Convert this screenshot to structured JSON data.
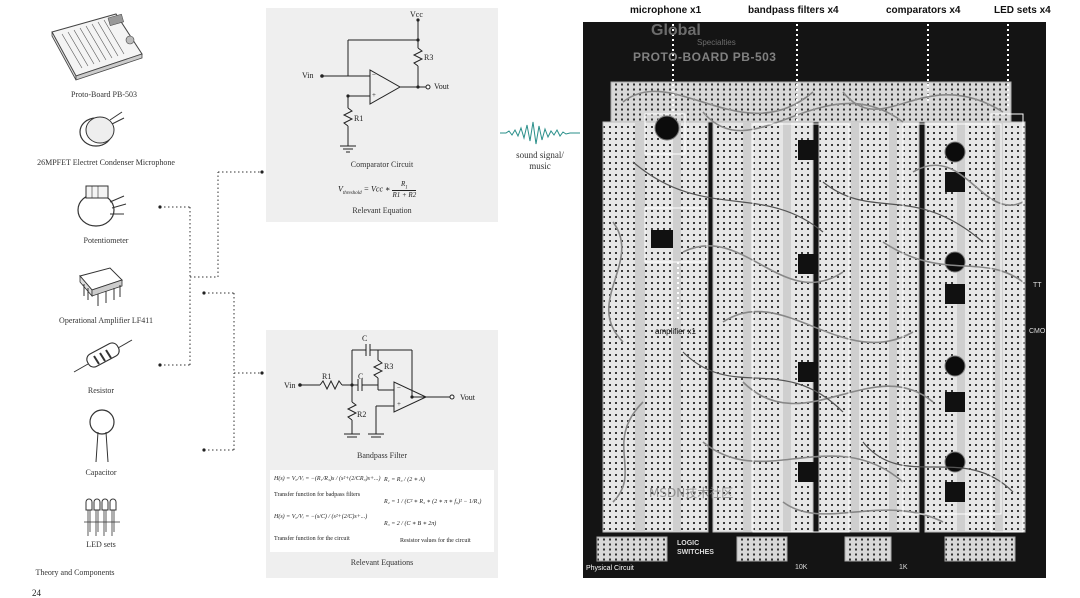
{
  "components": {
    "board": "Proto-Board PB-503",
    "mic": "26MPFET Electret Condenser Microphone",
    "pot": "Potentiometer",
    "opamp": "Operational Amplifier LF411",
    "resistor": "Resistor",
    "capacitor": "Capacitor",
    "leds": "LED sets",
    "section": "Theory and Components"
  },
  "page_number": "24",
  "comparator": {
    "vcc": "Vcc",
    "vin": "Vin",
    "vout": "Vout",
    "r1": "R1",
    "r3": "R3",
    "minus": "−",
    "plus": "+",
    "caption": "Comparator Circuit",
    "eq_lhs": "V",
    "eq_sub": "threshold",
    "eq_rhs": "= Vcc ∗",
    "eq_num": "R",
    "eq_num_sub": "1",
    "eq_den": "R1 + R2",
    "eq_caption": "Relevant Equation"
  },
  "bandpass": {
    "c_top": "C",
    "c_mid": "C",
    "r3": "R3",
    "r1": "R1",
    "r2": "R2",
    "vin": "Vin",
    "vout": "Vout",
    "minus": "−",
    "plus": "+",
    "caption": "Bandpass Filter",
    "h1": "H(s) = V₀/Vᵢ = −(R₁/R₃)s / (s²+(2/CR₃)s+...)",
    "h1_caption": "Transfer function for badpass filters",
    "h2": "H(s) = V₀/Vᵢ = −(s/C) / (s²+(2/C)s+...)",
    "h2_caption": "Transfer function for the circuit",
    "r1_eq": "R₁ = R₃ / (2 ∗ A)",
    "r2_eq": "R₂ = 1 / (C² ∗ R₃ ∗ (2 ∗ π ∗ f₀)² − 1/R₁)",
    "r3_eq": "R₃ = 2 / (C ∗ B ∗ 2π)",
    "r_caption": "Resistor values for the circuit",
    "eq_caption": "Relevant Equations"
  },
  "sound": {
    "label1": "sound signal/",
    "label2": "music"
  },
  "photo": {
    "top_labels": [
      "microphone x1",
      "bandpass filters x4",
      "comparators x4",
      "LED sets x4"
    ],
    "brand1": "Global",
    "brand2": "Specialties",
    "board_name": "PROTO-BOARD PB-503",
    "amp_label": "amplifier x1",
    "logic": "LOGIC",
    "switches": "SWITCHES",
    "k10": "10K",
    "k1": "1K",
    "caption": "Physical Circuit",
    "watermark": "MSDN技术社区",
    "side1": "TT",
    "side2": "CMO"
  }
}
